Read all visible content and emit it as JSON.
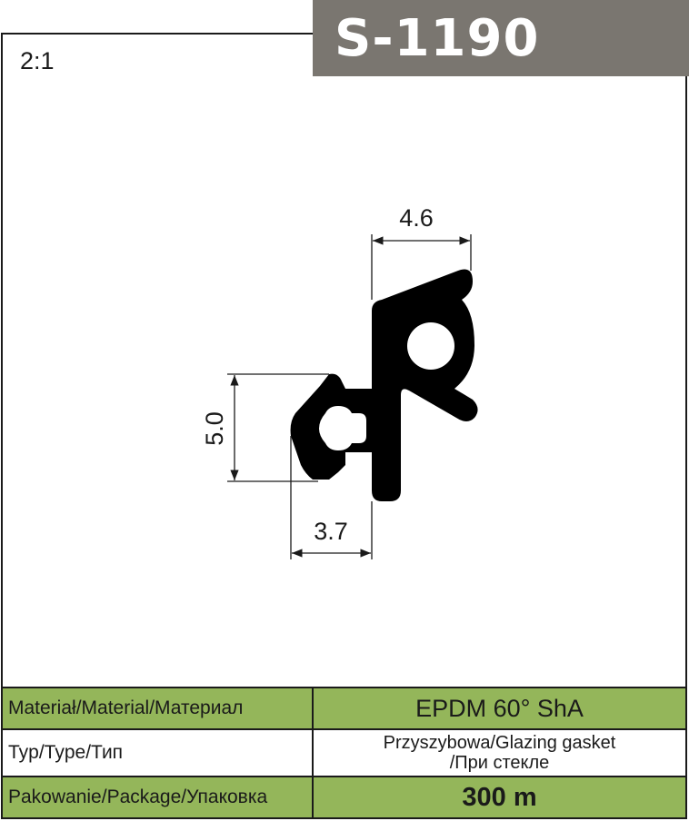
{
  "product": {
    "code": "S-1190",
    "scale": "2:1"
  },
  "dimensions": {
    "top_width": "4.6",
    "height": "5.0",
    "bottom_width": "3.7"
  },
  "specs": {
    "material_label": "Materiał/Material/Материал",
    "material_value": "EPDM 60° ShA",
    "type_label": "Typ/Type/Тип",
    "type_value_line1": "Przyszybowa/Glazing gasket",
    "type_value_line2": "/При стекле",
    "package_label": "Pakowanie/Package/Упаковка",
    "package_value": "300 m"
  },
  "colors": {
    "banner": "#7a7670",
    "table_highlight": "#94b65a",
    "profile": "#000000"
  }
}
